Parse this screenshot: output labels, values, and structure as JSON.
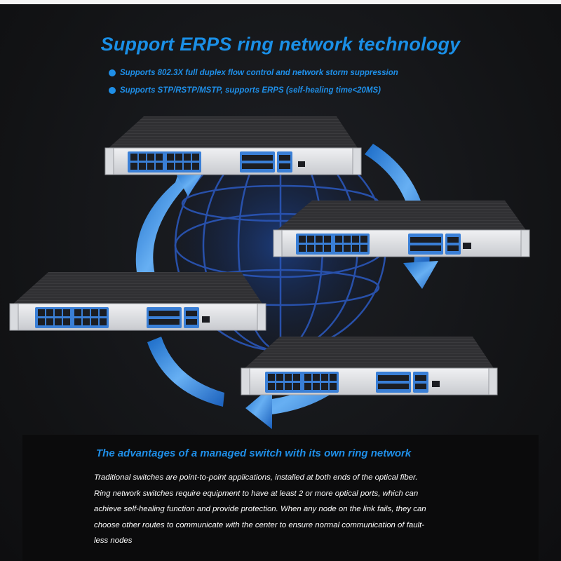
{
  "header": {
    "title": "Support ERPS ring network technology",
    "bullets": [
      "Supports 802.3X full duplex flow control and network storm suppression",
      "Supports STP/RSTP/MSTP, supports ERPS (self-healing time<20MS)"
    ]
  },
  "colors": {
    "accent": "#1f8fe8",
    "background": "#141416",
    "text": "#ffffff"
  },
  "illustration": {
    "device": "rack-mount managed network switch",
    "device_count": 4,
    "ring_arrow_icon": "circular-arrows-icon",
    "globe_icon": "globe-wireframe-icon"
  },
  "footer": {
    "title": "The advantages of a managed switch with its own ring network",
    "lines": [
      "Traditional switches are point-to-point applications, installed at both ends of the optical fiber.",
      "Ring network switches require equipment to have at least 2 or more optical ports, which can",
      "achieve self-healing function and provide protection. When any node on the link fails, they can",
      "choose other routes to communicate with the center to ensure normal communication of fault-",
      "less nodes"
    ]
  }
}
